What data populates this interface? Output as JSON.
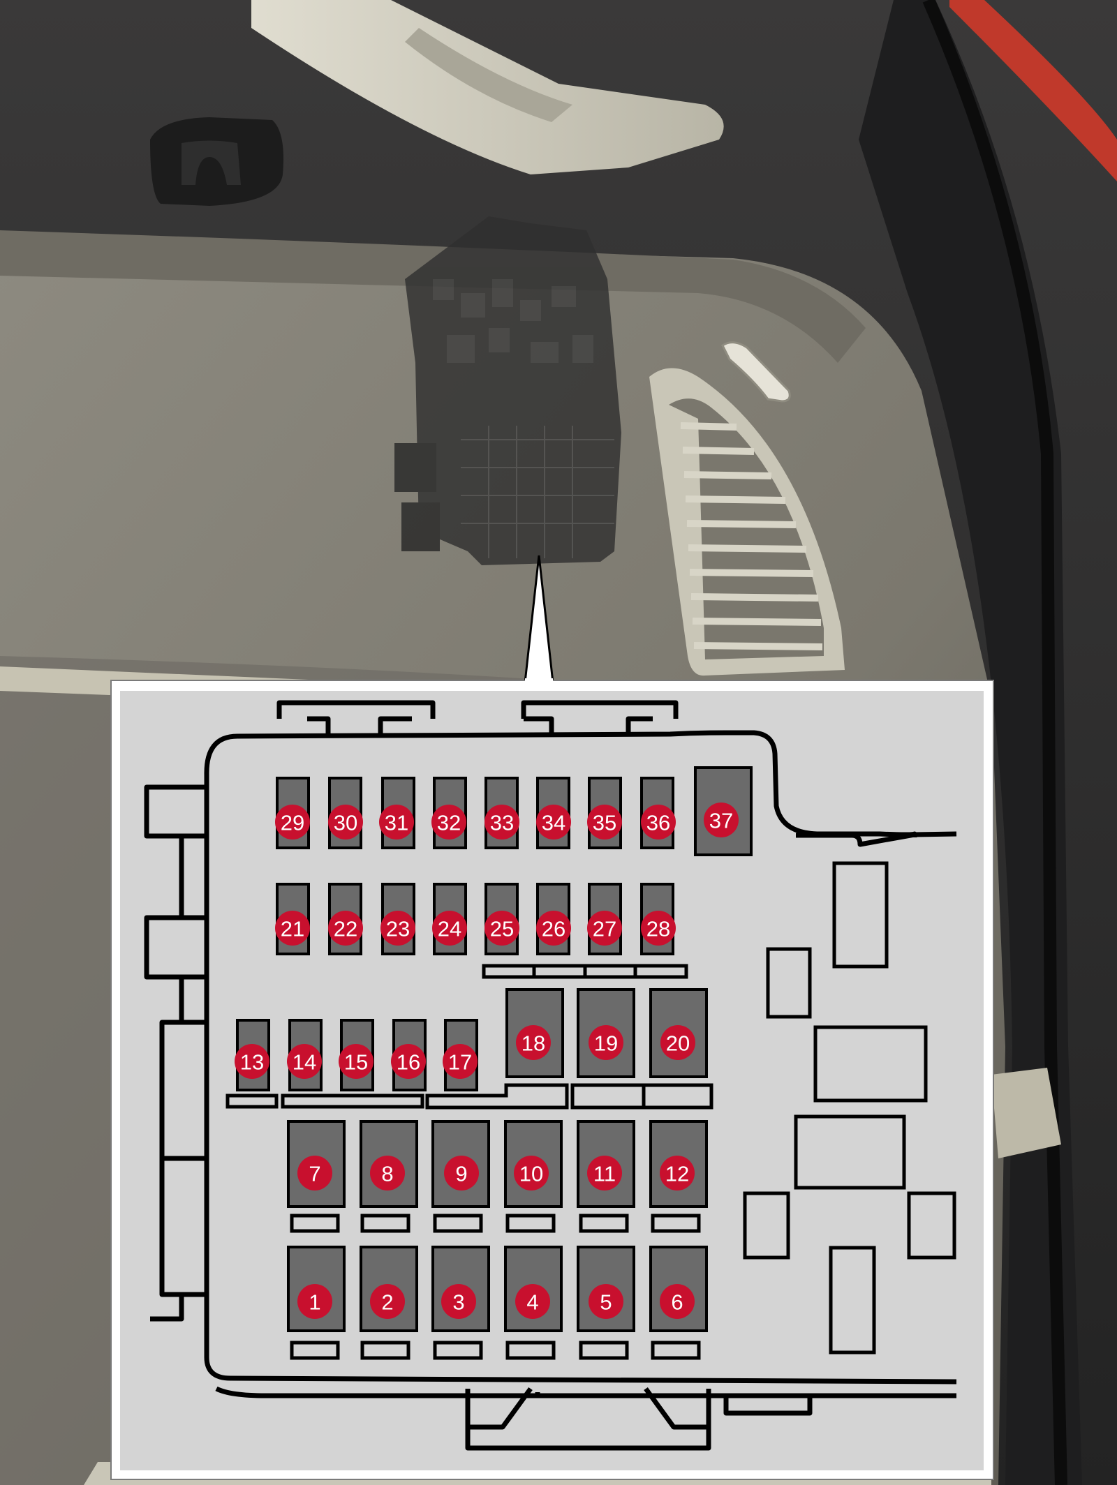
{
  "colors": {
    "trunk_panel": "#8a877d",
    "trunk_dark": "#2d2c2c",
    "trim_light": "#c9c6b7",
    "inset_background": "#d4d4d4",
    "inset_frame": "#ffffff",
    "fuse_body": "#6b6b6b",
    "fuse_number_badge": "#c8102e",
    "fuse_number_text": "#ffffff",
    "outline": "#000000",
    "car_body_red": "#c0392b"
  },
  "fuses": [
    {
      "number": "1"
    },
    {
      "number": "2"
    },
    {
      "number": "3"
    },
    {
      "number": "4"
    },
    {
      "number": "5"
    },
    {
      "number": "6"
    },
    {
      "number": "7"
    },
    {
      "number": "8"
    },
    {
      "number": "9"
    },
    {
      "number": "10"
    },
    {
      "number": "11"
    },
    {
      "number": "12"
    },
    {
      "number": "13"
    },
    {
      "number": "14"
    },
    {
      "number": "15"
    },
    {
      "number": "16"
    },
    {
      "number": "17"
    },
    {
      "number": "18"
    },
    {
      "number": "19"
    },
    {
      "number": "20"
    },
    {
      "number": "21"
    },
    {
      "number": "22"
    },
    {
      "number": "23"
    },
    {
      "number": "24"
    },
    {
      "number": "25"
    },
    {
      "number": "26"
    },
    {
      "number": "27"
    },
    {
      "number": "28"
    },
    {
      "number": "29"
    },
    {
      "number": "30"
    },
    {
      "number": "31"
    },
    {
      "number": "32"
    },
    {
      "number": "33"
    },
    {
      "number": "34"
    },
    {
      "number": "35"
    },
    {
      "number": "36"
    },
    {
      "number": "37"
    }
  ]
}
